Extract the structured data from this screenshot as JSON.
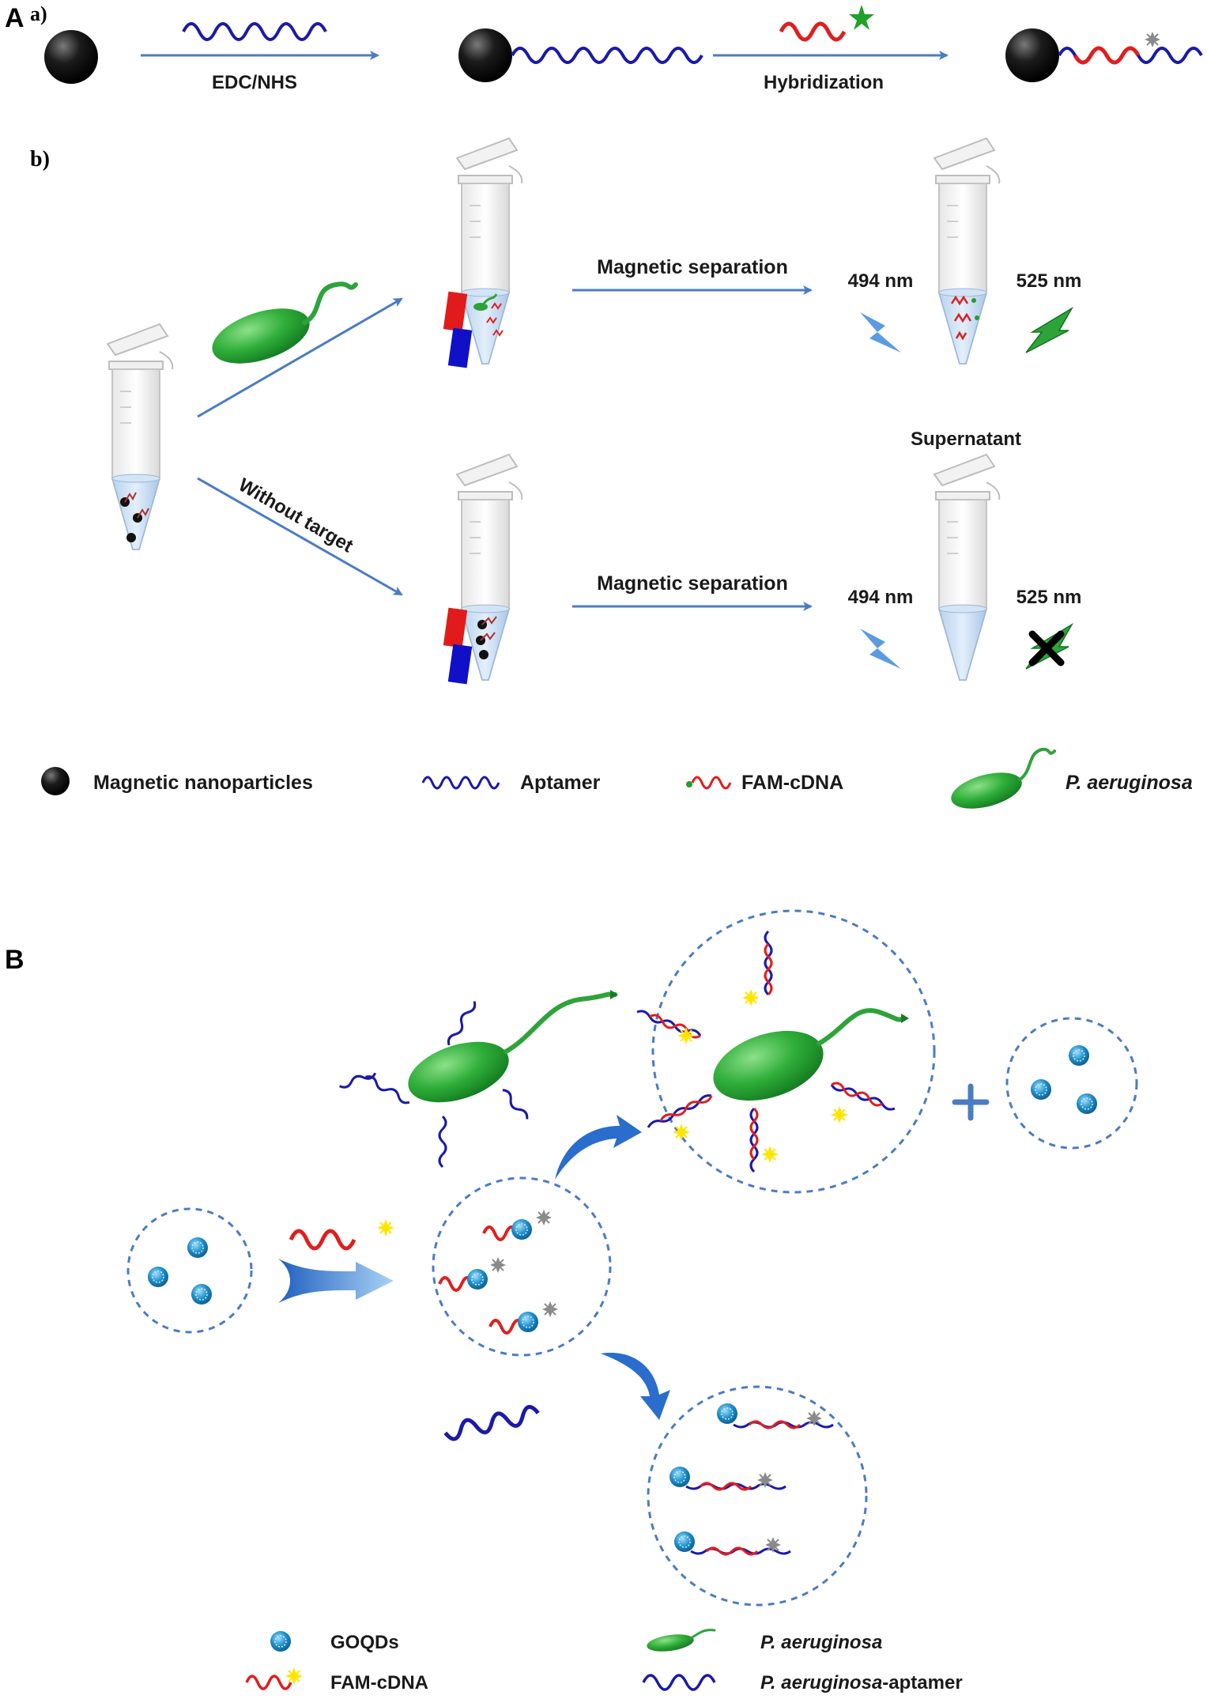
{
  "panels": {
    "A": "A",
    "a": "a)",
    "b": "b)",
    "B": "B"
  },
  "step_labels": {
    "edc": "EDC/NHS",
    "hybridization": "Hybridization"
  },
  "flow_labels": {
    "magnetic_separation_top": "Magnetic separation",
    "magnetic_separation_bottom": "Magnetic separation",
    "without_target": "Without target",
    "supernatant": "Supernatant",
    "wl494_top": "494 nm",
    "wl525_top": "525 nm",
    "wl494_bottom": "494 nm",
    "wl525_bottom": "525 nm"
  },
  "legend_a": {
    "magnetic_nanoparticles": "Magnetic nanoparticles",
    "aptamer": "Aptamer",
    "fam_cdna": "FAM-cDNA",
    "p_aeruginosa": "P. aeruginosa"
  },
  "legend_b": {
    "goqds": "GOQDs",
    "fam_cdna": "FAM-cDNA",
    "p_aeruginosa": "P. aeruginosa",
    "aptamer_italic": "P. aeruginosa",
    "aptamer_suffix": "-aptamer"
  },
  "colors": {
    "aptamer": "#1a1aa8",
    "cdna": "#e01e1e",
    "arrow": "#4a7cc4",
    "bacterium": "#2ea33a",
    "dashed_circle": "#4a7cc4",
    "magnet_red": "#e11b1b",
    "magnet_blue": "#1010c8",
    "goqd": "#1b8bc8"
  }
}
